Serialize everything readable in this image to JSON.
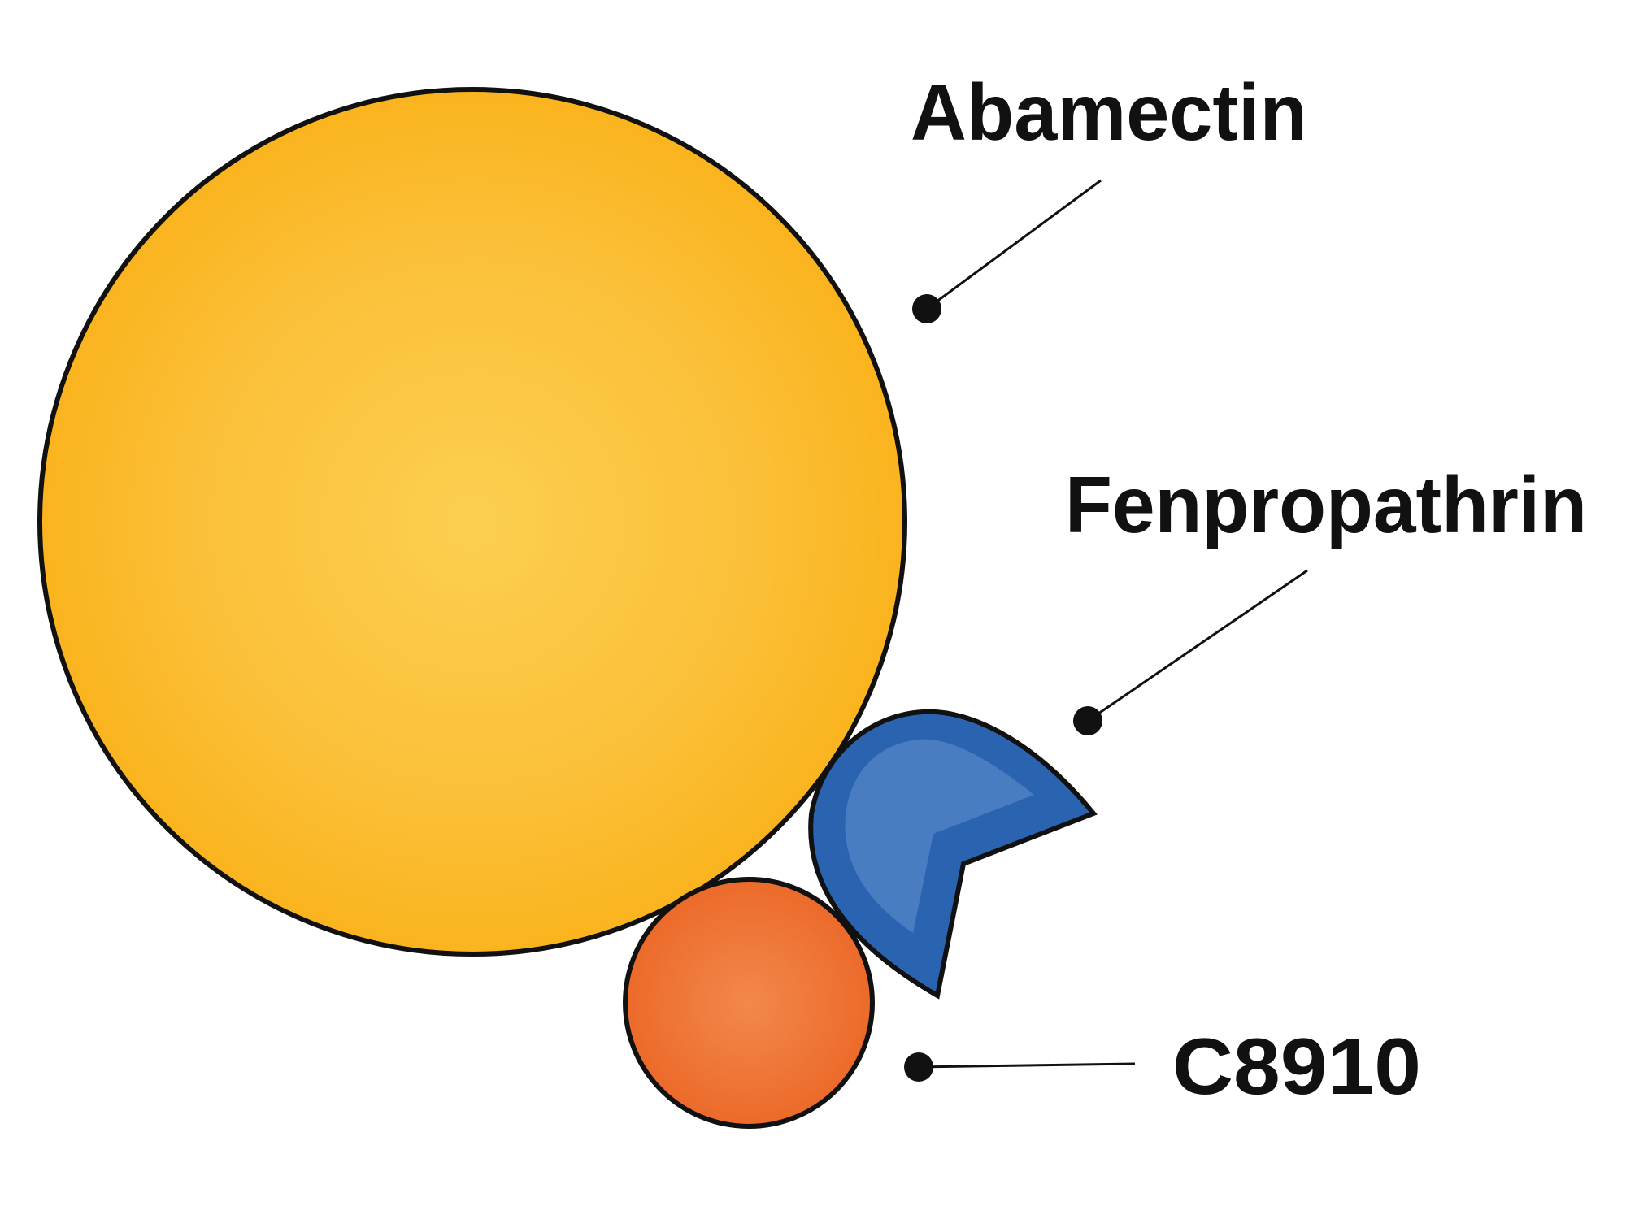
{
  "components": [
    {
      "name": "Abamectin",
      "color": "#FBB726",
      "shape": "circle"
    },
    {
      "name": "Fenpropathrin",
      "color": "#2A64B1",
      "shape": "wedge"
    },
    {
      "name": "C8910",
      "color": "#EE6C2E",
      "shape": "circle"
    }
  ],
  "colors": {
    "outline": "#111111",
    "leader_line": "#111111",
    "background": "#ffffff"
  }
}
